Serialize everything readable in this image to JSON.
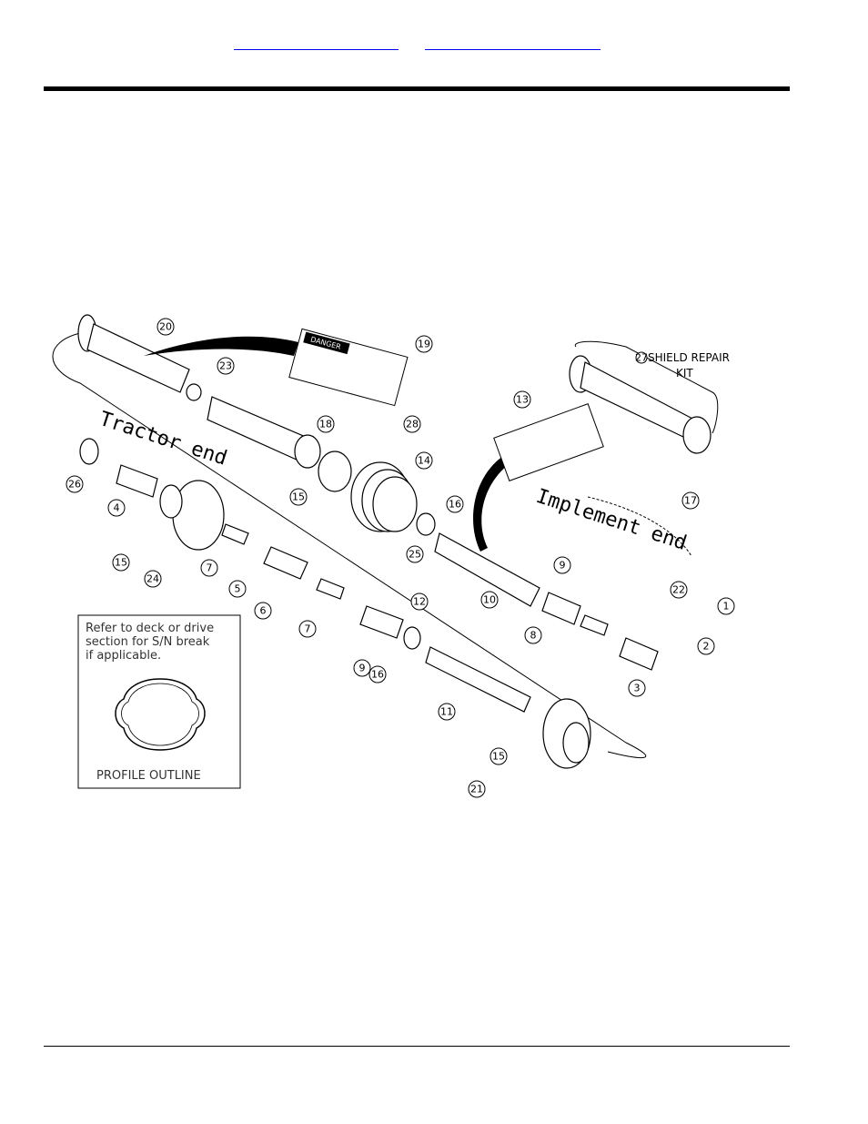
{
  "header": {
    "link_left": "",
    "link_right": ""
  },
  "diagram": {
    "tractor_end": "Tractor end",
    "implement_end": "Implement end",
    "shield_kit_number": "27",
    "shield_kit_line1": "SHIELD REPAIR",
    "shield_kit_line2": "KIT",
    "danger_label": "DANGER",
    "note_line1": "Refer to deck or drive",
    "note_line2": "section for S/N break",
    "note_line3": "if applicable.",
    "profile_outline": "PROFILE OUTLINE",
    "callouts": [
      "1",
      "2",
      "3",
      "4",
      "5",
      "6",
      "7",
      "7",
      "8",
      "9",
      "9",
      "10",
      "11",
      "12",
      "13",
      "14",
      "15",
      "15",
      "15",
      "16",
      "16",
      "17",
      "18",
      "19",
      "20",
      "21",
      "22",
      "23",
      "24",
      "25",
      "26",
      "28"
    ]
  }
}
